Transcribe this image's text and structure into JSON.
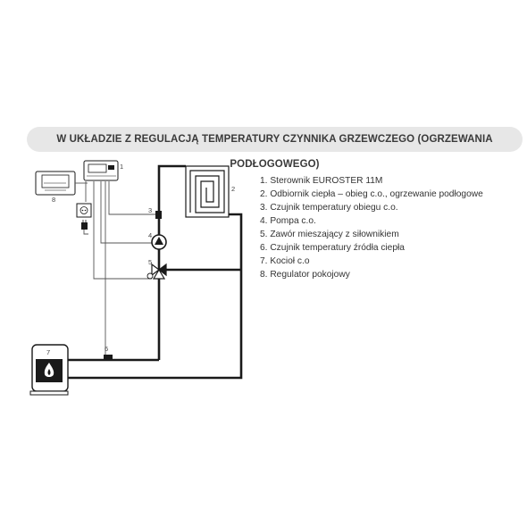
{
  "title": "W UKŁADZIE Z REGULACJĄ TEMPERATURY CZYNNIKA GRZEWCZEGO (OGRZEWANIA PODŁOGOWEGO)",
  "legend": [
    "1. Sterownik EUROSTER 11M",
    "2. Odbiornik ciepła – obieg c.o., ogrzewanie podłogowe",
    "3. Czujnik temperatury obiegu c.o.",
    "4. Pompa c.o.",
    "5. Zawór mieszający z siłownikiem",
    "6. Czujnik temperatury źródła ciepła",
    "7. Kocioł c.o",
    "8. Regulator pokojowy"
  ],
  "diagram_labels": {
    "controller": "1",
    "floor_heating": "2",
    "sensor_circuit": "3",
    "pump": "4",
    "valve": "5",
    "sensor_source": "6",
    "boiler": "7",
    "room_regulator": "8"
  },
  "colors": {
    "banner_background": "#e7e7e7",
    "line": "#1a1a1a",
    "text": "#333333"
  }
}
